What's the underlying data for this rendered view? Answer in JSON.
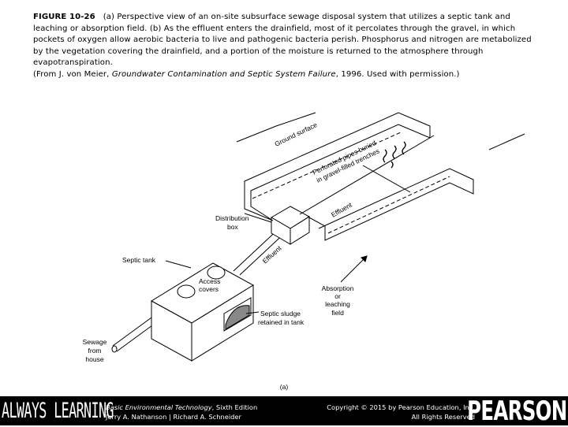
{
  "caption": {
    "figure_label": "FIGURE 10-26",
    "text": "(a) Perspective view of an on-site subsurface sewage disposal system that utilizes a septic tank and leaching or absorption field. (b) As the effluent enters the drainfield, most of it percolates through the gravel, in which pockets of oxygen allow aerobic bacteria to live and pathogenic bacteria perish. Phosphorus and nitrogen are metabolized by the vegetation covering the drainfield, and a portion of the moisture is returned to the atmosphere through evapotranspiration.",
    "source_prefix": "(From J. von Meier, ",
    "source_title": "Groundwater Contamination and Septic System Failure",
    "source_suffix": ", 1996. Used with permission.)"
  },
  "diagram": {
    "labels": {
      "ground_surface": "Ground surface",
      "perforated_1": "Perforated pipes buried",
      "perforated_2": "in gravel-filled trenches",
      "distribution_1": "Distribution",
      "distribution_2": "box",
      "septic_tank": "Septic tank",
      "access_1": "Access",
      "access_2": "covers",
      "effluent_pipe": "Effluent",
      "effluent_field": "Effluent",
      "absorption_1": "Absorption",
      "absorption_2": "or",
      "absorption_3": "leaching",
      "absorption_4": "field",
      "sludge_1": "Septic sludge",
      "sludge_2": "retained in tank",
      "sewage_1": "Sewage",
      "sewage_2": "from",
      "sewage_3": "house",
      "panel": "(a)"
    }
  },
  "footer": {
    "always_learning": "ALWAYS LEARNING",
    "book_title": "Basic Environmental Technology",
    "book_edition": ", Sixth Edition",
    "authors": "Jerry A. Nathanson | Richard A. Schneider",
    "copyright": "Copyright © 2015 by Pearson Education, Inc.",
    "rights": "All Rights Reserved",
    "publisher": "PEARSON"
  }
}
